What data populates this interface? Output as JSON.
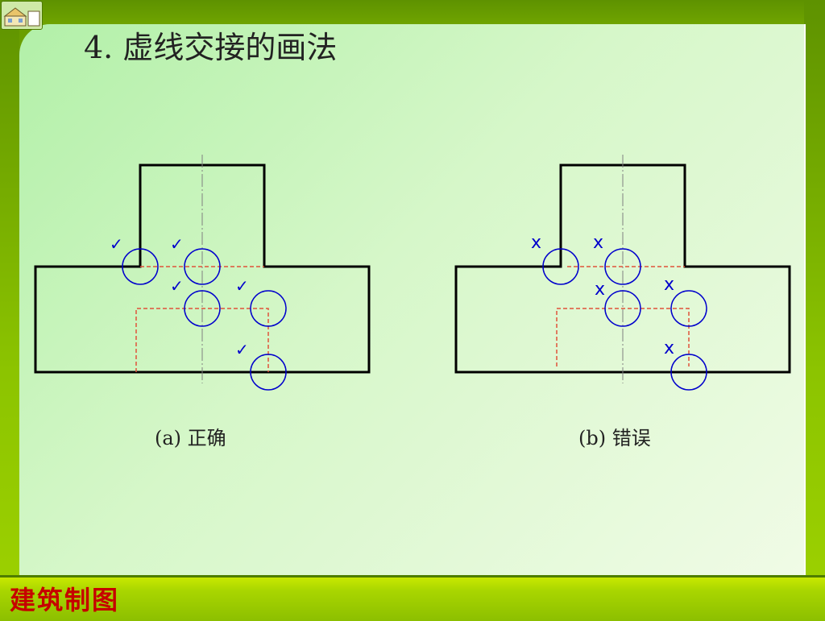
{
  "slide": {
    "title": "4. 虚线交接的画法",
    "footer": "建筑制图"
  },
  "figures": [
    {
      "caption": "(a) 正确",
      "marks": [
        "✓",
        "✓",
        "✓",
        "✓",
        "✓"
      ]
    },
    {
      "caption": "(b) 错误",
      "marks": [
        "x",
        "x",
        "x",
        "x",
        "x"
      ]
    }
  ],
  "colors": {
    "outline": "#000000",
    "hidden_line": "#e0533a",
    "center_line": "#808080",
    "highlight_circle": "#0000cc",
    "mark": "#0000cc",
    "footer_text": "#c60000"
  }
}
